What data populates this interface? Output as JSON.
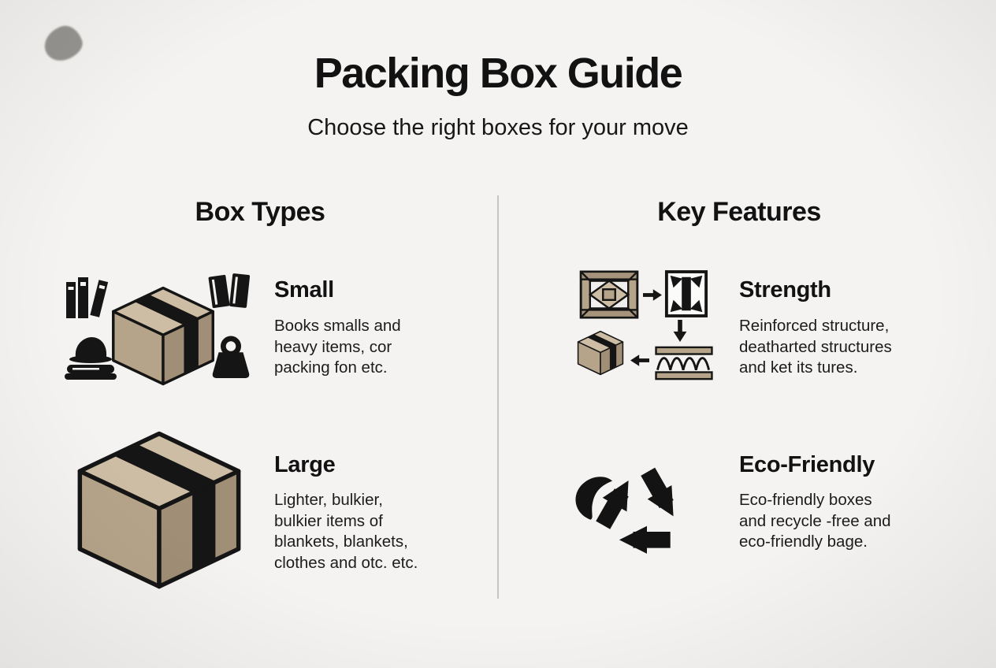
{
  "header": {
    "title": "Packing Box Guide",
    "subtitle": "Choose the right boxes for your move"
  },
  "columns": {
    "left": {
      "heading": "Box Types",
      "items": [
        {
          "title": "Small",
          "lines": [
            "Books smalls and",
            "heavy items, cor",
            "packing fon etc."
          ],
          "icons": [
            "books-row-icon",
            "small-box-icon",
            "books-pair-icon",
            "blanket-stack-icon",
            "weight-icon"
          ]
        },
        {
          "title": "Large",
          "lines": [
            "Lighter, bulkier,",
            "bulkier items of",
            "blankets, blankets,",
            "clothes and otc. etc."
          ],
          "icons": [
            "large-box-icon"
          ]
        }
      ]
    },
    "right": {
      "heading": "Key Features",
      "items": [
        {
          "title": "Strength",
          "lines": [
            "Reinforced structure,",
            "deatharted structures",
            "and ket its tures."
          ],
          "icons": [
            "crate-panel-icon",
            "right-arrow-icon",
            "compress-icon",
            "down-arrow-icon",
            "corrugated-board-icon",
            "left-arrow-icon",
            "small-box-icon"
          ]
        },
        {
          "title": "Eco-Friendly",
          "lines": [
            "Eco-friendly boxes",
            "and recycle -free and",
            "eco-friendly bage."
          ],
          "icons": [
            "recycle-icon",
            "leaf-icon"
          ]
        }
      ]
    }
  },
  "colors": {
    "background": "#f4f3f1",
    "ink": "#151515",
    "cardboard_light": "#cdbda4",
    "cardboard": "#b5a489",
    "cardboard_dark": "#a08e76",
    "divider": "#c7c5c2"
  }
}
